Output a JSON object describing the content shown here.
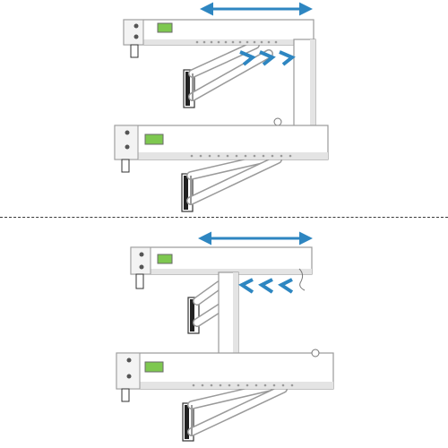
{
  "figure": {
    "panels": [
      {
        "name": "top",
        "configuration": "rectangular-frame",
        "adjust_direction": "horizontal"
      },
      {
        "name": "bottom",
        "configuration": "t-frame",
        "adjust_direction": "horizontal"
      }
    ],
    "colors": {
      "frame_fill": "#ffffff",
      "frame_stroke": "#9a9a9a",
      "shade": "#e4e4e4",
      "arrow_blue": "#2e86c1",
      "level_green": "#7ec850",
      "foot_dark": "#222222",
      "divider": "#3a3a3a"
    },
    "icons": [
      "double-headed-arrow-icon",
      "chevron-arrow-icon",
      "bubble-level-icon",
      "screw-hole-icon"
    ]
  }
}
